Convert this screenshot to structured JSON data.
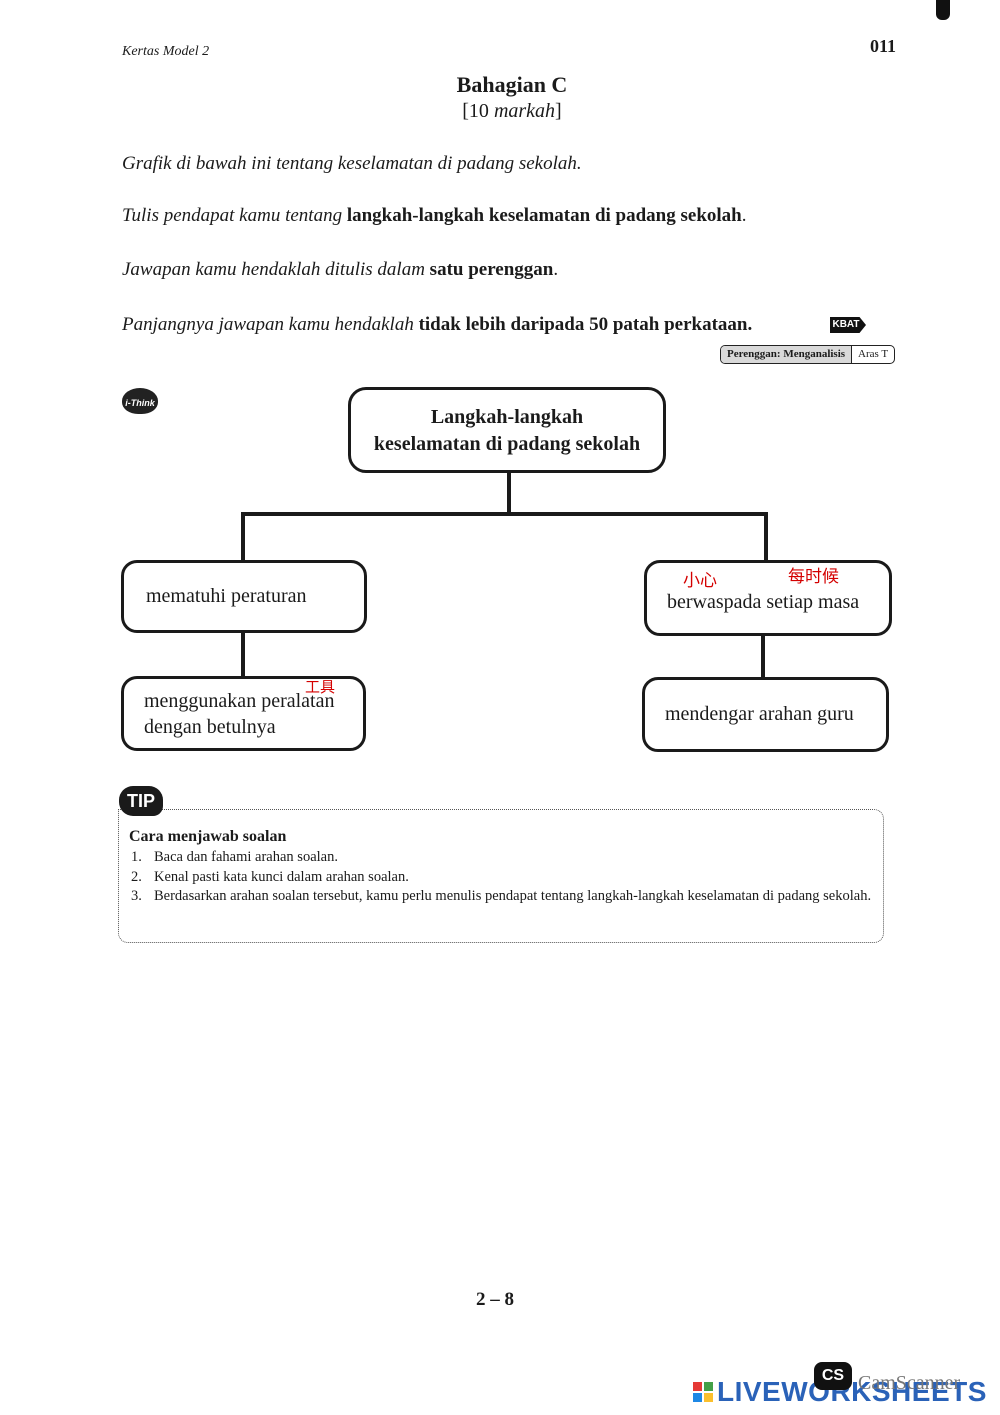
{
  "header": {
    "model": "Kertas Model 2",
    "page_code": "011"
  },
  "section": {
    "title": "Bahagian C",
    "marks_open": "[10 ",
    "marks_word": "markah",
    "marks_close": "]"
  },
  "instructions": {
    "line1": "Grafik di bawah ini tentang keselamatan di padang sekolah.",
    "line2_italic": "Tulis pendapat kamu tentang ",
    "line2_bold": "langkah-langkah keselamatan di padang sekolah",
    "line2_end": ".",
    "line3_italic": "Jawapan kamu hendaklah ditulis dalam ",
    "line3_bold": "satu perenggan",
    "line3_end": ".",
    "line4_italic": "Panjangnya jawapan kamu hendaklah ",
    "line4_bold": "tidak lebih daripada 50 patah perkataan."
  },
  "badges": {
    "kbat": "KBAT",
    "level_label": "Perenggan: Menganalisis",
    "level_value": "Aras T",
    "ithink": "i-Think"
  },
  "diagram": {
    "main_line1": "Langkah-langkah",
    "main_line2": "keselamatan di padang sekolah",
    "box1": "mematuhi peraturan",
    "box2": "berwaspada setiap masa",
    "box3_line1": "menggunakan peralatan",
    "box3_line2": "dengan betulnya",
    "box4": "mendengar arahan guru"
  },
  "annotations": {
    "note_careful": "小心",
    "note_always": "每时候",
    "note_tools": "工具"
  },
  "tip": {
    "badge": "TIP",
    "heading": "Cara menjawab soalan",
    "items": [
      {
        "n": "1.",
        "text": "Baca dan fahami arahan soalan."
      },
      {
        "n": "2.",
        "text": "Kenal pasti kata kunci dalam arahan soalan."
      },
      {
        "n": "3.",
        "text": "Berdasarkan arahan soalan tersebut, kamu perlu menulis pendapat tentang langkah-langkah keselamatan di padang sekolah."
      }
    ]
  },
  "footer": {
    "page_number": "2 – 8",
    "brand": "LIVEWORKSHEETS",
    "brand_colors": [
      "#e53935",
      "#43a047",
      "#1e88e5",
      "#fbc02d"
    ],
    "scanner_logo": "CS",
    "scanner_text": "CamScanner"
  }
}
